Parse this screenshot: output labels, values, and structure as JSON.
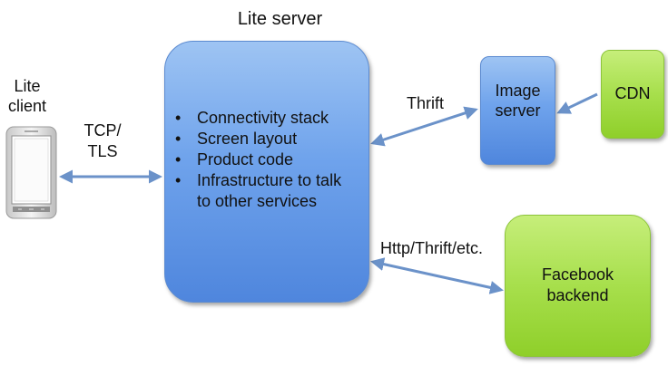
{
  "title": "Lite server",
  "client": {
    "label_line1": "Lite",
    "label_line2": "client"
  },
  "link_client": {
    "line1": "TCP/",
    "line2": "TLS"
  },
  "lite_server": {
    "bullets": [
      "Connectivity stack",
      "Screen layout",
      "Product code",
      "Infrastructure to talk to other services"
    ]
  },
  "link_image": "Thrift",
  "image_server": {
    "line1": "Image",
    "line2": "server"
  },
  "cdn": "CDN",
  "link_backend": "Http/Thrift/etc.",
  "facebook": {
    "line1": "Facebook",
    "line2": "backend"
  },
  "colors": {
    "blue_box": "#6fa3ec",
    "green_box": "#a7df4c",
    "arrow": "#6b92c9"
  }
}
